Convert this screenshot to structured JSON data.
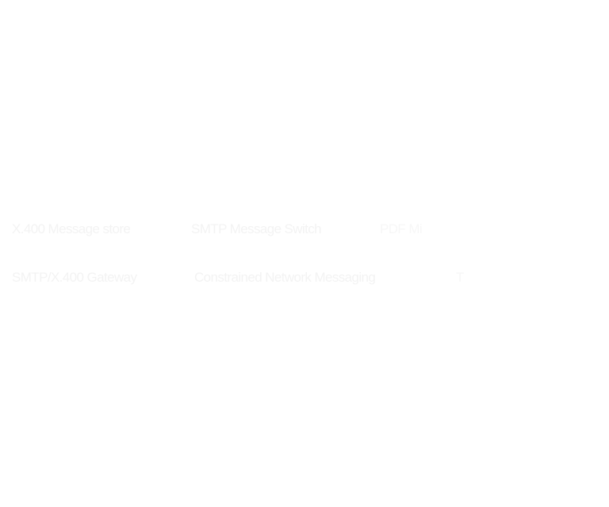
{
  "menu": {
    "row1": [
      {
        "label": "X.400 Message store"
      },
      {
        "label": "SMTP Message Switch"
      },
      {
        "label": "PDF Mi"
      }
    ],
    "row2": [
      {
        "label": "SMTP/X.400 Gateway"
      },
      {
        "label": "Constrained Network Messaging"
      },
      {
        "label": "T"
      }
    ]
  }
}
